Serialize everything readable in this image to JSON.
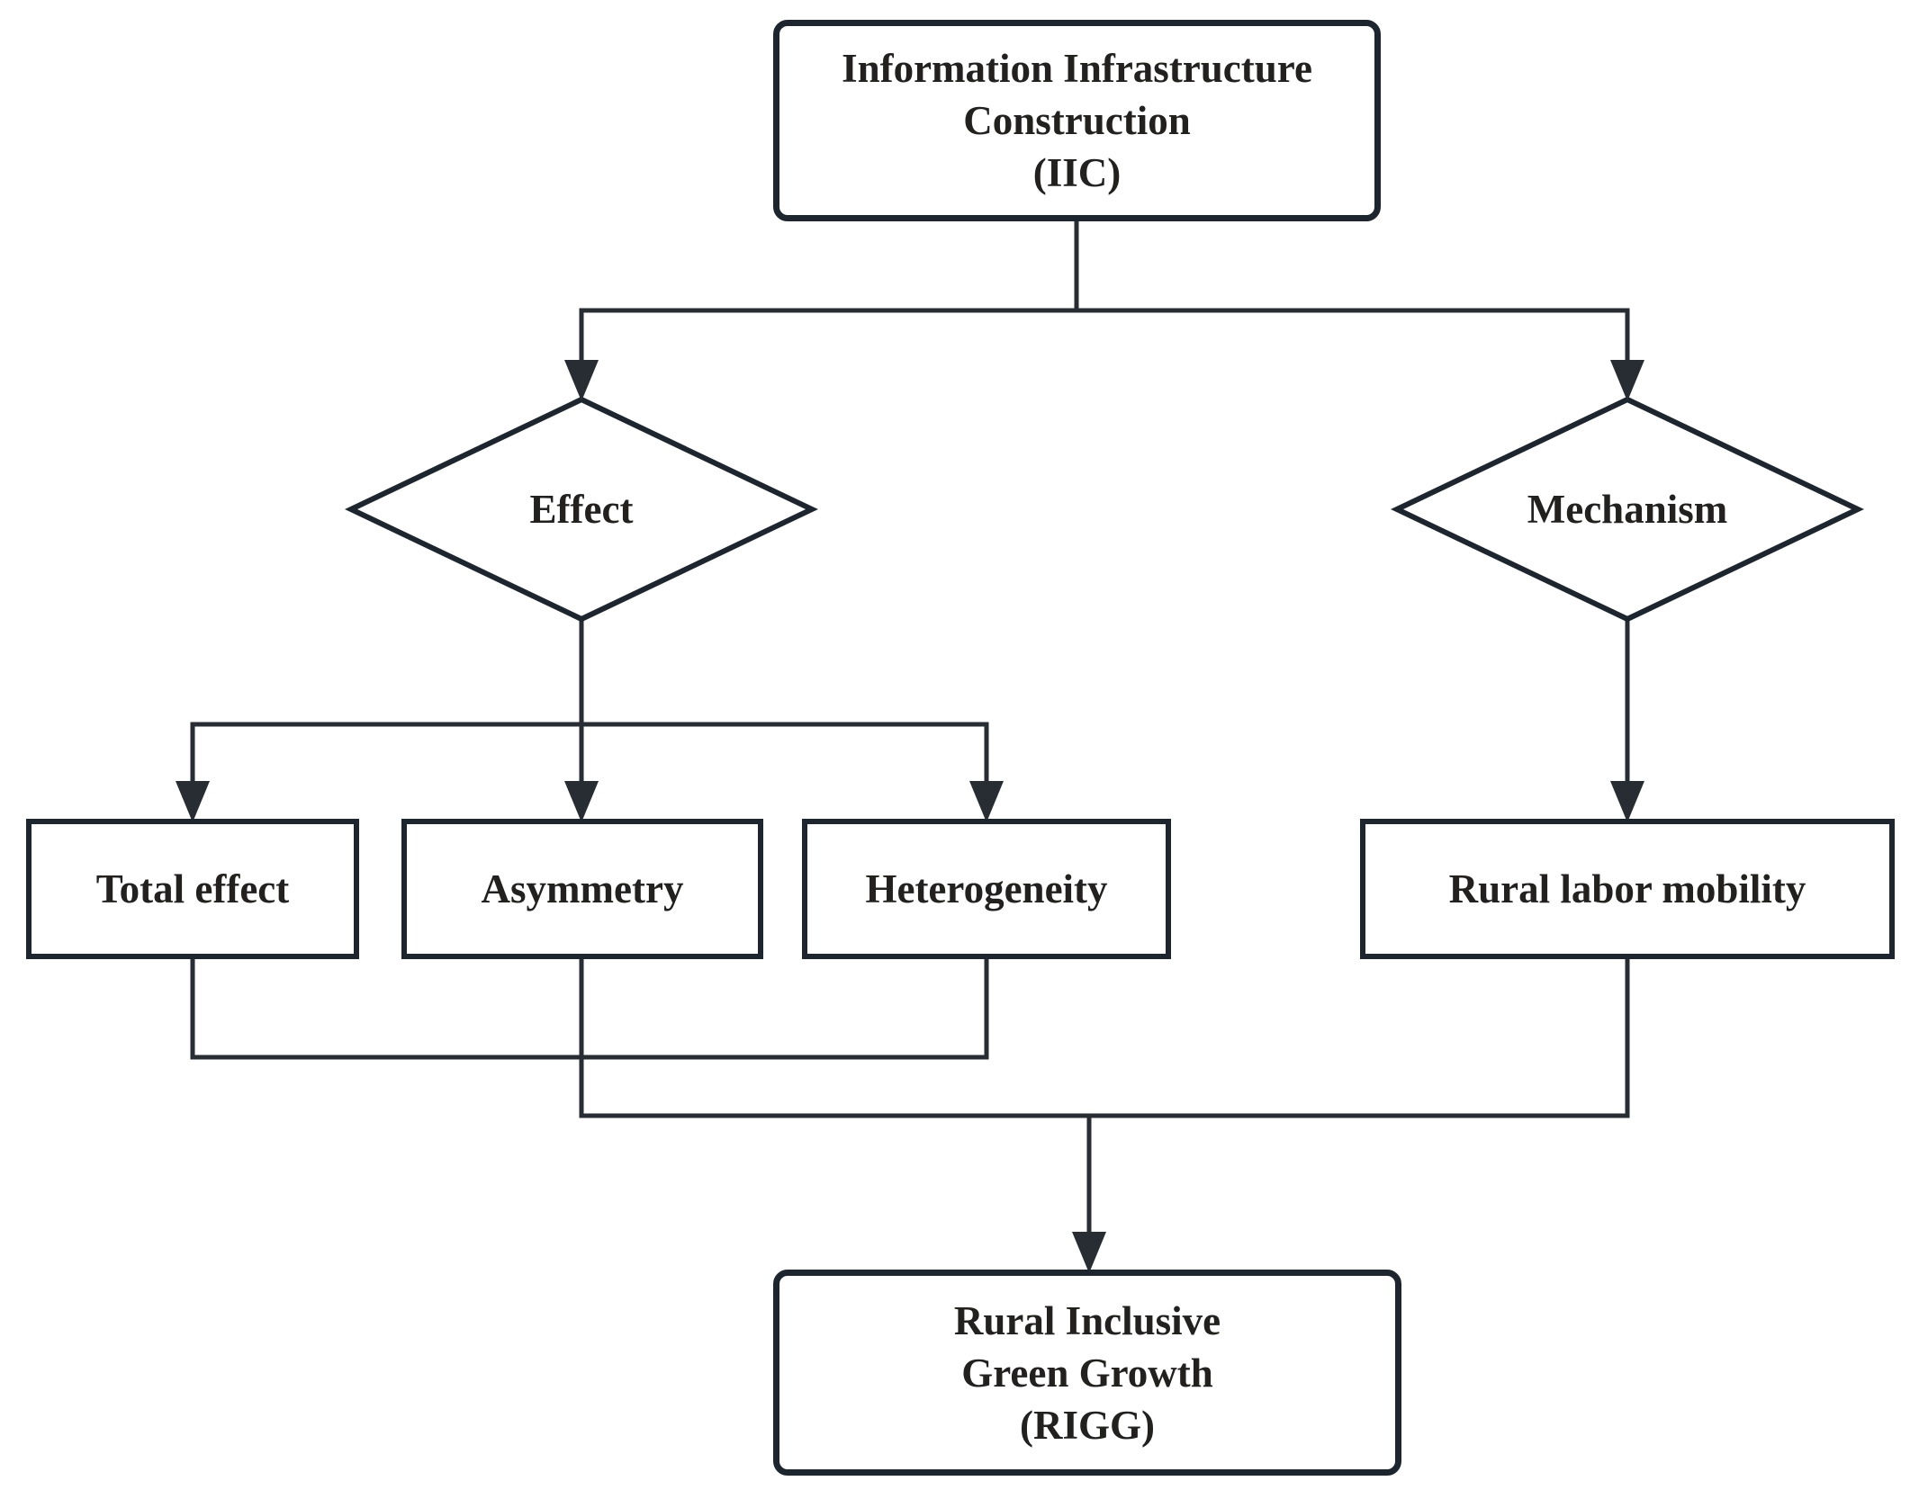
{
  "colors": {
    "bg": "#ffffff",
    "line": "#272d33",
    "border": "#1d252e",
    "text": "#232120"
  },
  "nodes": {
    "iic": {
      "shape": "rounded-rectangle",
      "lines": [
        "Information Infrastructure",
        "Construction",
        "(IIC)"
      ]
    },
    "effect": {
      "shape": "diamond",
      "label": "Effect"
    },
    "mechanism": {
      "shape": "diamond",
      "label": "Mechanism"
    },
    "total_effect": {
      "shape": "rectangle",
      "label": "Total effect"
    },
    "asymmetry": {
      "shape": "rectangle",
      "label": "Asymmetry"
    },
    "heterogeneity": {
      "shape": "rectangle",
      "label": "Heterogeneity"
    },
    "rural_labor_mobility": {
      "shape": "rectangle",
      "label": "Rural labor mobility"
    },
    "rigg": {
      "shape": "rounded-rectangle",
      "lines": [
        "Rural Inclusive",
        "Green Growth",
        "(RIGG)"
      ]
    }
  },
  "edges": [
    {
      "from": "iic",
      "to": "effect",
      "arrow": true
    },
    {
      "from": "iic",
      "to": "mechanism",
      "arrow": true
    },
    {
      "from": "effect",
      "to": "total_effect",
      "arrow": true
    },
    {
      "from": "effect",
      "to": "asymmetry",
      "arrow": true
    },
    {
      "from": "effect",
      "to": "heterogeneity",
      "arrow": true
    },
    {
      "from": "mechanism",
      "to": "rural_labor_mobility",
      "arrow": true
    },
    {
      "from": "total_effect",
      "to": "rigg",
      "arrow": true
    },
    {
      "from": "asymmetry",
      "to": "rigg",
      "arrow": true
    },
    {
      "from": "heterogeneity",
      "to": "rigg",
      "arrow": true
    },
    {
      "from": "rural_labor_mobility",
      "to": "rigg",
      "arrow": true
    }
  ]
}
